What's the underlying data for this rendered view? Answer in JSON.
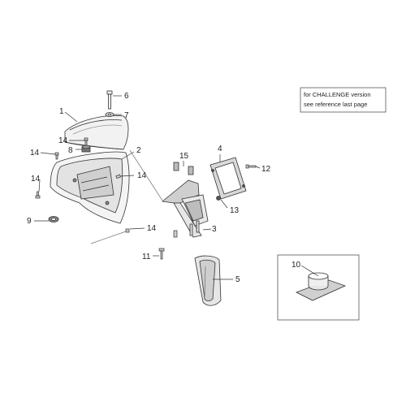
{
  "note": {
    "line1": "for CHALLENGE version",
    "line2": "see reference last page"
  },
  "callouts": {
    "c1": "1",
    "c2": "2",
    "c3": "3",
    "c4": "4",
    "c5": "5",
    "c6": "6",
    "c7": "7",
    "c8": "8",
    "c9": "9",
    "c10": "10",
    "c11": "11",
    "c12": "12",
    "c13": "13",
    "c14a": "14",
    "c14b": "14",
    "c14c": "14",
    "c14d": "14",
    "c14e": "14",
    "c15": "15"
  },
  "colors": {
    "line": "#333333",
    "part_fill": "#f2f2f2",
    "shade": "#cfcfcf",
    "dark": "#666666"
  }
}
